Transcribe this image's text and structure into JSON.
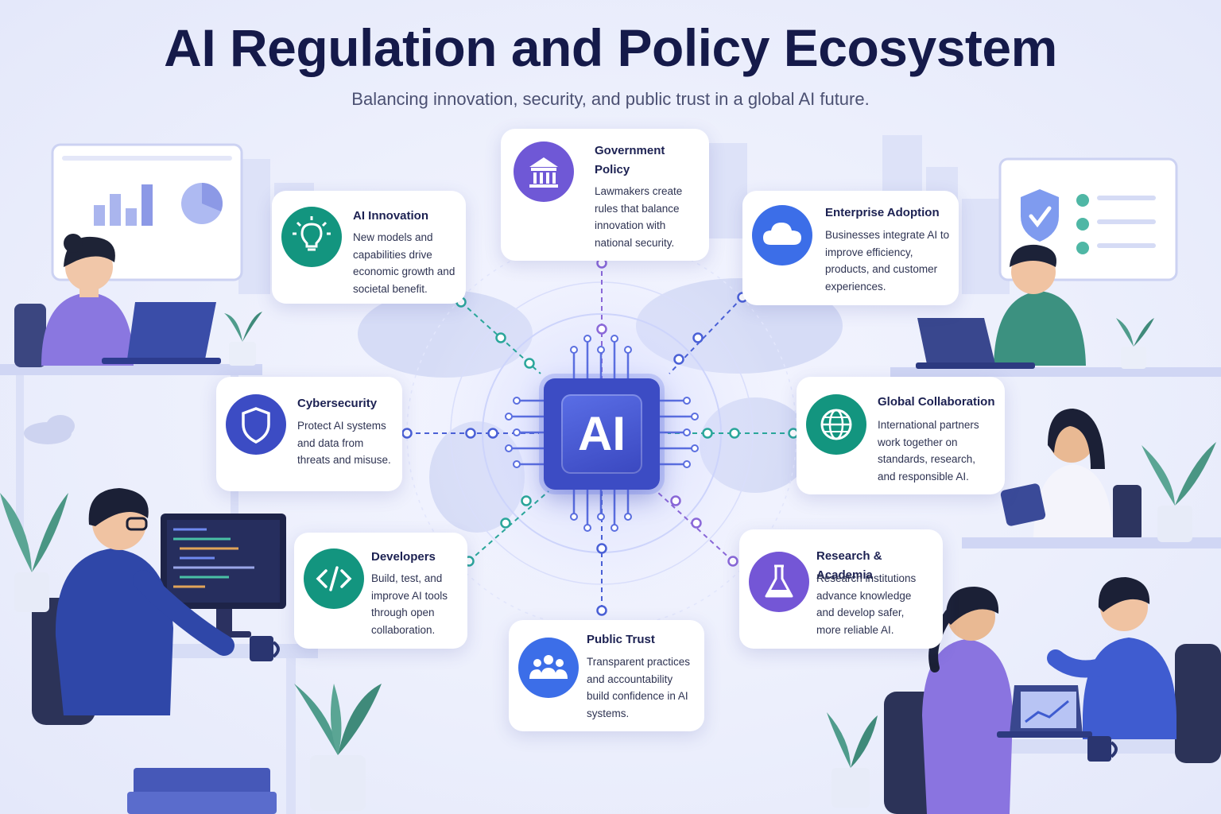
{
  "header": {
    "title": "AI Regulation and Policy Ecosystem",
    "subtitle": "Balancing innovation, security, and public trust in a global AI future."
  },
  "hub": {
    "label": "AI"
  },
  "nodes": [
    {
      "id": "government-policy",
      "title": "Government Policy",
      "description": "Lawmakers create rules that balance innovation with national security.",
      "icon": "government-building-icon",
      "color": "#6f58d6"
    },
    {
      "id": "ai-innovation",
      "title": "AI Innovation",
      "description": "New models and capabilities drive economic growth and societal benefit.",
      "icon": "lightbulb-icon",
      "color": "#13957f"
    },
    {
      "id": "enterprise-adoption",
      "title": "Enterprise Adoption",
      "description": "Businesses integrate AI to improve efficiency, products, and customer experiences.",
      "icon": "cloud-icon",
      "color": "#3c6ee8"
    },
    {
      "id": "cybersecurity",
      "title": "Cybersecurity",
      "description": "Protect AI systems and data from threats and misuse.",
      "icon": "shield-icon",
      "color": "#3c4cc4"
    },
    {
      "id": "global-collaboration",
      "title": "Global Collaboration",
      "description": "International partners work together on standards, research, and responsible AI.",
      "icon": "globe-icon",
      "color": "#13957f"
    },
    {
      "id": "developers",
      "title": "Developers",
      "description": "Build, test, and improve AI tools through open collaboration.",
      "icon": "code-icon",
      "color": "#13957f"
    },
    {
      "id": "research-academia",
      "title": "Research & Academia",
      "description": "Research institutions advance knowledge and develop safer, more reliable AI.",
      "icon": "flask-icon",
      "color": "#7456d6"
    },
    {
      "id": "public-trust",
      "title": "Public Trust",
      "description": "Transparent practices and accountability build confidence in AI systems.",
      "icon": "people-icon",
      "color": "#3c6ee8"
    }
  ],
  "colors": {
    "title": "#151a4a",
    "chip": "#3c4cc4",
    "teal_wire": "#2aa69a",
    "blue_wire": "#4a60d6",
    "purple_wire": "#8a68d8"
  }
}
